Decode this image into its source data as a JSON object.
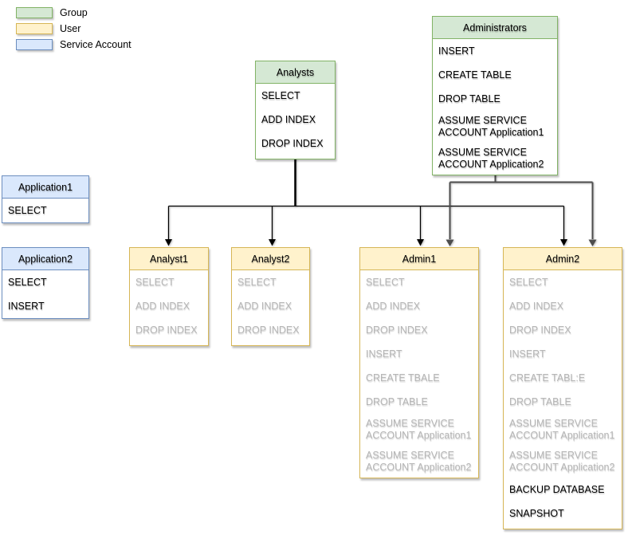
{
  "canvas": {
    "background": "#ffffff"
  },
  "colors": {
    "group_fill": "#d5e8d4",
    "group_stroke": "#82b366",
    "user_fill": "#fff2cc",
    "user_stroke": "#d6b656",
    "service_account_fill": "#dae8fc",
    "service_account_stroke": "#6c8ebf",
    "muted_text": "#b5b5b5",
    "text": "#000000",
    "edge_analysts": "#000000",
    "edge_administrators": "#4d4d4d"
  },
  "legend": {
    "items": [
      {
        "kind": "group",
        "label": "Group",
        "fill": "#d5e8d4",
        "stroke": "#82b366"
      },
      {
        "kind": "user",
        "label": "User",
        "fill": "#fff2cc",
        "stroke": "#d6b656"
      },
      {
        "kind": "service-account",
        "label": "Service Account",
        "fill": "#dae8fc",
        "stroke": "#6c8ebf"
      }
    ]
  },
  "nodes": [
    {
      "id": "analysts",
      "title": "Analysts",
      "kind": "group",
      "fill": "#d5e8d4",
      "stroke": "#82b366",
      "items": [
        {
          "text": "SELECT"
        },
        {
          "text": "ADD INDEX"
        },
        {
          "text": "DROP INDEX"
        }
      ]
    },
    {
      "id": "administrators",
      "title": "Administrators",
      "kind": "group",
      "fill": "#d5e8d4",
      "stroke": "#82b366",
      "items": [
        {
          "text": "INSERT"
        },
        {
          "text": "CREATE TABLE"
        },
        {
          "text": "DROP TABLE"
        },
        {
          "lines": [
            "ASSUME SERVICE",
            "ACCOUNT Application1"
          ]
        },
        {
          "lines": [
            "ASSUME SERVICE",
            "ACCOUNT Application2"
          ]
        }
      ]
    },
    {
      "id": "application1",
      "title": "Application1",
      "kind": "service-account",
      "fill": "#dae8fc",
      "stroke": "#6c8ebf",
      "items": [
        {
          "text": "SELECT"
        }
      ]
    },
    {
      "id": "application2",
      "title": "Application2",
      "kind": "service-account",
      "fill": "#dae8fc",
      "stroke": "#6c8ebf",
      "items": [
        {
          "text": "SELECT"
        },
        {
          "text": "INSERT"
        }
      ]
    },
    {
      "id": "analyst1",
      "title": "Analyst1",
      "kind": "user",
      "fill": "#fff2cc",
      "stroke": "#d6b656",
      "items": [
        {
          "text": "SELECT",
          "muted": true
        },
        {
          "text": "ADD INDEX",
          "muted": true
        },
        {
          "text": "DROP INDEX",
          "muted": true
        }
      ]
    },
    {
      "id": "analyst2",
      "title": "Analyst2",
      "kind": "user",
      "fill": "#fff2cc",
      "stroke": "#d6b656",
      "items": [
        {
          "text": "SELECT",
          "muted": true
        },
        {
          "text": "ADD INDEX",
          "muted": true
        },
        {
          "text": "DROP INDEX",
          "muted": true
        }
      ]
    },
    {
      "id": "admin1",
      "title": "Admin1",
      "kind": "user",
      "fill": "#fff2cc",
      "stroke": "#d6b656",
      "items": [
        {
          "text": "SELECT",
          "muted": true
        },
        {
          "text": "ADD INDEX",
          "muted": true
        },
        {
          "text": "DROP INDEX",
          "muted": true
        },
        {
          "text": "INSERT",
          "muted": true
        },
        {
          "text": "CREATE TBALE",
          "muted": true
        },
        {
          "text": "DROP TABLE",
          "muted": true
        },
        {
          "lines": [
            "ASSUME SERVICE",
            "ACCOUNT Application1"
          ],
          "muted": true
        },
        {
          "lines": [
            "ASSUME SERVICE",
            "ACCOUNT Application2"
          ],
          "muted": true
        }
      ]
    },
    {
      "id": "admin2",
      "title": "Admin2",
      "kind": "user",
      "fill": "#fff2cc",
      "stroke": "#d6b656",
      "items": [
        {
          "text": "SELECT",
          "muted": true
        },
        {
          "text": "ADD INDEX",
          "muted": true
        },
        {
          "text": "DROP INDEX",
          "muted": true
        },
        {
          "text": "INSERT",
          "muted": true
        },
        {
          "text": "CREATE TABL:E",
          "muted": true
        },
        {
          "text": "DROP TABLE",
          "muted": true
        },
        {
          "lines": [
            "ASSUME SERVICE",
            "ACCOUNT Application1"
          ],
          "muted": true
        },
        {
          "lines": [
            "ASSUME SERVICE",
            "ACCOUNT Application2"
          ],
          "muted": true
        },
        {
          "text": "BACKUP DATABASE"
        },
        {
          "text": "SNAPSHOT"
        }
      ]
    }
  ],
  "edges": {
    "list": [
      {
        "from": "Analysts",
        "to": "Analyst1"
      },
      {
        "from": "Analysts",
        "to": "Analyst2"
      },
      {
        "from": "Analysts",
        "to": "Admin1"
      },
      {
        "from": "Analysts",
        "to": "Admin2"
      },
      {
        "from": "Administrators",
        "to": "Admin1"
      },
      {
        "from": "Administrators",
        "to": "Admin2"
      }
    ]
  }
}
